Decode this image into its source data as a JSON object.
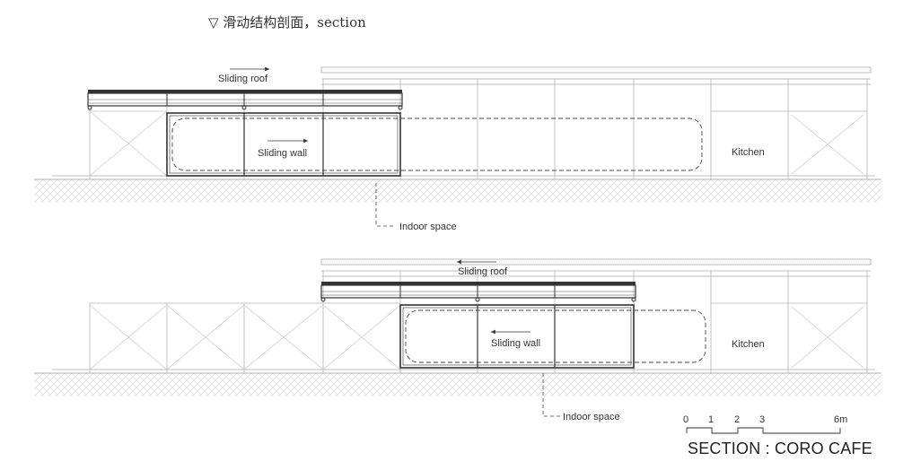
{
  "caption": "▽ 滑动结构剖面，section",
  "sections": [
    {
      "sliding_roof_label": "Sliding roof",
      "sliding_wall_label": "Sliding wall",
      "kitchen_label": "Kitchen",
      "indoor_label": "Indoor space"
    },
    {
      "sliding_roof_label": "Sliding roof",
      "sliding_wall_label": "Sliding wall",
      "kitchen_label": "Kitchen",
      "indoor_label": "Indoor space"
    }
  ],
  "scale_bar": {
    "ticks": [
      "0",
      "1",
      "2",
      "3",
      "6m"
    ],
    "title": "SECTION : CORO CAFE"
  }
}
